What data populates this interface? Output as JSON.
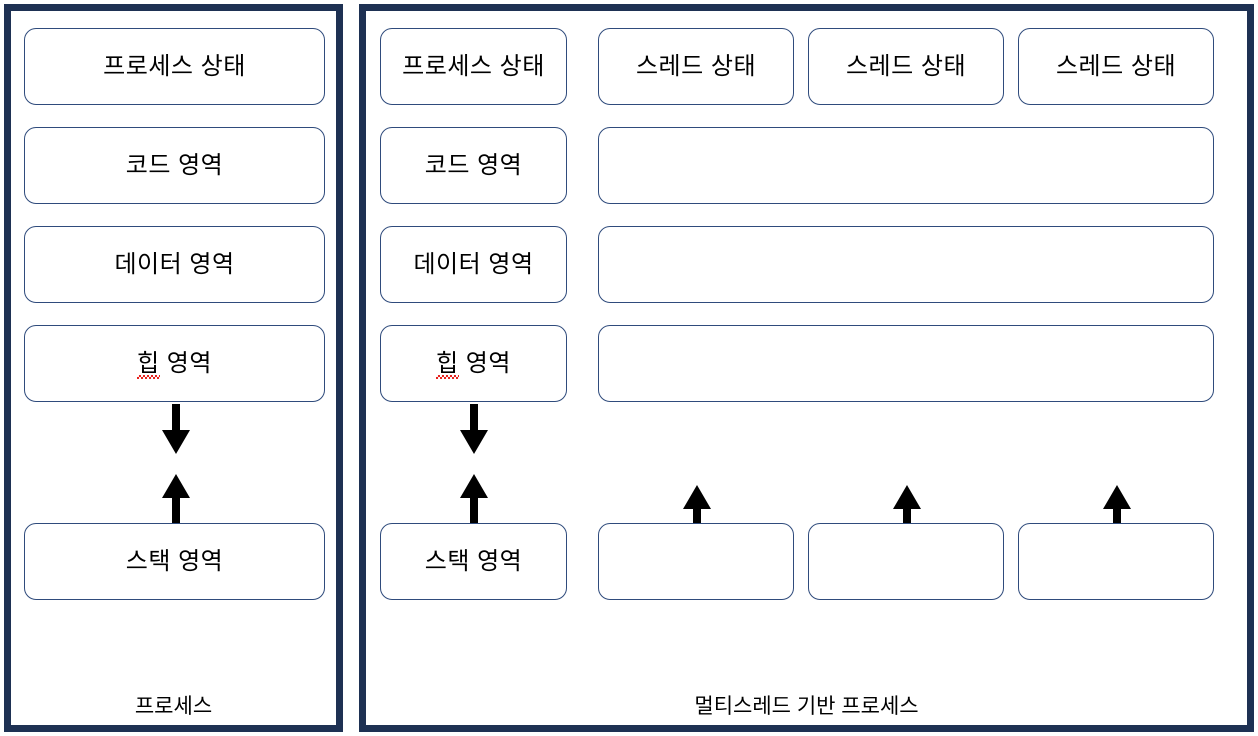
{
  "diagram": {
    "title_left": "프로세스",
    "title_right": "멀티스레드 기반 프로세스"
  },
  "process_panel": {
    "caption": "프로세스",
    "boxes": [
      {
        "label": "프로세스 상태"
      },
      {
        "label": "코드 영역"
      },
      {
        "label": "데이터 영역"
      },
      {
        "label": "힙 영역",
        "spellcheck_word": "힙",
        "rest": " 영역"
      },
      {
        "label": "스택 영역"
      }
    ],
    "arrows": [
      {
        "name": "heap-grow-down-arrow",
        "direction": "down"
      },
      {
        "name": "stack-grow-up-arrow",
        "direction": "up"
      }
    ]
  },
  "multithread_panel": {
    "caption": "멀티스레드 기반 프로세스",
    "process_column": {
      "boxes": [
        {
          "label": "프로세스 상태"
        },
        {
          "label": "코드 영역"
        },
        {
          "label": "데이터 영역"
        },
        {
          "label": "힙 영역",
          "spellcheck_word": "힙",
          "rest": " 영역"
        },
        {
          "label": "스택 영역"
        }
      ],
      "arrows": [
        {
          "name": "heap-grow-down-arrow",
          "direction": "down"
        },
        {
          "name": "stack-grow-up-arrow",
          "direction": "up"
        }
      ]
    },
    "thread_state_boxes": [
      {
        "label": "스레드 상태"
      },
      {
        "label": "스레드 상태"
      },
      {
        "label": "스레드 상태"
      }
    ],
    "shared_boxes": [
      {
        "label": ""
      },
      {
        "label": ""
      },
      {
        "label": ""
      }
    ],
    "thread_stack_boxes": [
      {
        "label": ""
      },
      {
        "label": ""
      },
      {
        "label": ""
      }
    ],
    "thread_stack_arrows": [
      {
        "name": "thread-stack-grow-up-arrow",
        "direction": "up"
      },
      {
        "name": "thread-stack-grow-up-arrow",
        "direction": "up"
      },
      {
        "name": "thread-stack-grow-up-arrow",
        "direction": "up"
      }
    ]
  },
  "colors": {
    "panel_border": "#1e3153",
    "box_border": "#2f4b7c",
    "arrow": "#000000",
    "spellcheck": "#e8231f",
    "text": "#000000",
    "background": "#ffffff"
  }
}
